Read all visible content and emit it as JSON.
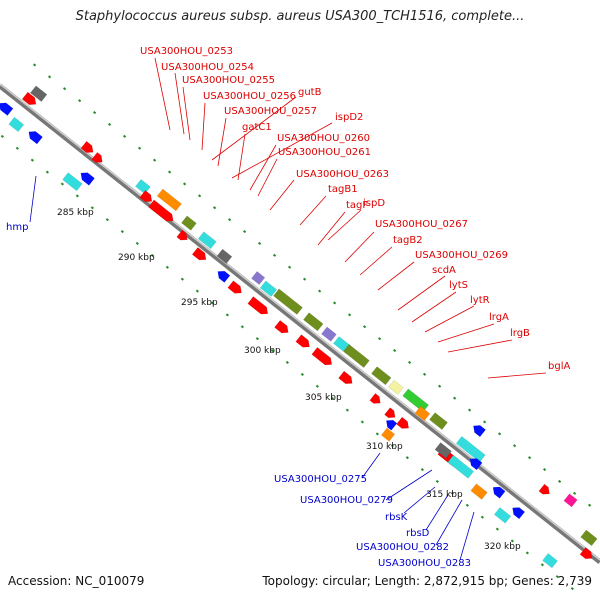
{
  "title": "Staphylococcus aureus subsp. aureus USA300_TCH1516, complete...",
  "accession": "Accession: NC_010079",
  "topology": "Topology: circular; Length: 2,872,915 bp; Genes: 2,739",
  "scale_labels": [
    "285 kbp",
    "290 kbp",
    "295 kbp",
    "300 kbp",
    "305 kbp",
    "310 kbp",
    "315 kbp",
    "320 kbp"
  ],
  "top_gene_labels": [
    "USA300HOU_0253",
    "USA300HOU_0254",
    "USA300HOU_0255",
    "USA300HOU_0256",
    "gutB",
    "USA300HOU_0257",
    "ispD2",
    "gatC1",
    "USA300HOU_0260",
    "USA300HOU_0261",
    "USA300HOU_0263",
    "tagB1",
    "ispD",
    "tagF",
    "USA300HOU_0267",
    "tagB2",
    "USA300HOU_0269",
    "scdA",
    "lytS",
    "lytR",
    "lrgA",
    "lrgB",
    "bglA"
  ],
  "bottom_gene_labels": [
    "hmp",
    "USA300HOU_0275",
    "USA300HOU_0279",
    "rbsK",
    "rbsD",
    "USA300HOU_0282",
    "USA300HOU_0283"
  ],
  "colors": {
    "forward_label": "#dd0000",
    "reverse_label": "#0000cc",
    "backbone": "#999999",
    "scale_dash": "#2a8a2a",
    "red_gene": "#ff0000",
    "blue_gene": "#0010ff",
    "cyan_gene": "#33dddd",
    "olive_gene": "#6e8e1e",
    "green_gene": "#33cc33",
    "orange_gene": "#ff8c00",
    "purple_gene": "#8877cc",
    "yellow_gene": "#f2f2a0",
    "magenta_gene": "#ff1493",
    "grey_gene": "#666666"
  }
}
